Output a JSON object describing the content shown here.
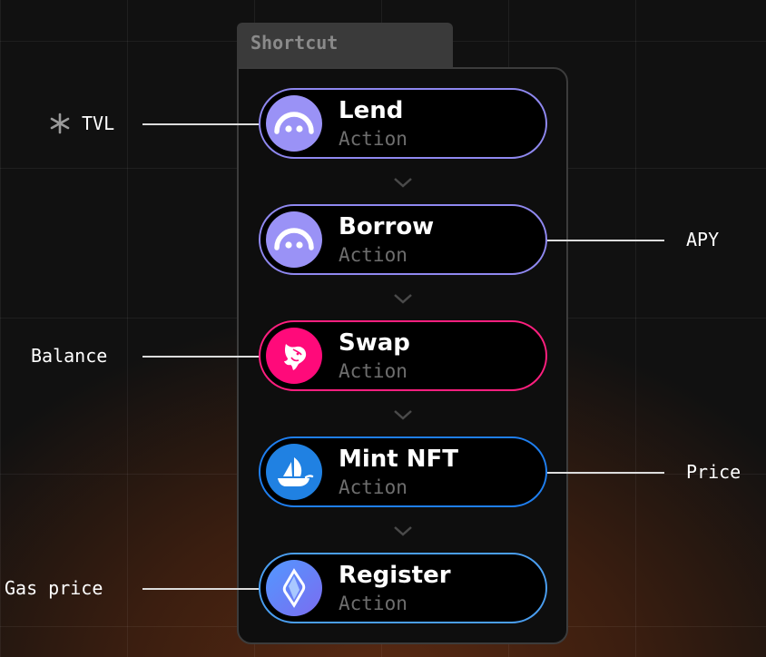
{
  "tab_label": "Shortcut",
  "steps": [
    {
      "title": "Lend",
      "subtitle": "Action",
      "icon": "morpho-icon",
      "border_color": "#8f88f0"
    },
    {
      "title": "Borrow",
      "subtitle": "Action",
      "icon": "morpho-icon",
      "border_color": "#8f88f0"
    },
    {
      "title": "Swap",
      "subtitle": "Action",
      "icon": "uniswap-unicorn-icon",
      "border_color": "#ff1f7f"
    },
    {
      "title": "Mint NFT",
      "subtitle": "Action",
      "icon": "opensea-ship-icon",
      "border_color": "#1f7ff0"
    },
    {
      "title": "Register",
      "subtitle": "Action",
      "icon": "ens-icon",
      "border_color": "#4a9ef0"
    }
  ],
  "annotations": {
    "tvl": "TVL",
    "apy": "APY",
    "balance": "Balance",
    "price": "Price",
    "gas_price": "Gas price"
  },
  "colors": {
    "morpho": "#9a92f6",
    "uniswap": "#ff0a7a",
    "opensea": "#2081e2",
    "ens": "#5a8df2"
  }
}
